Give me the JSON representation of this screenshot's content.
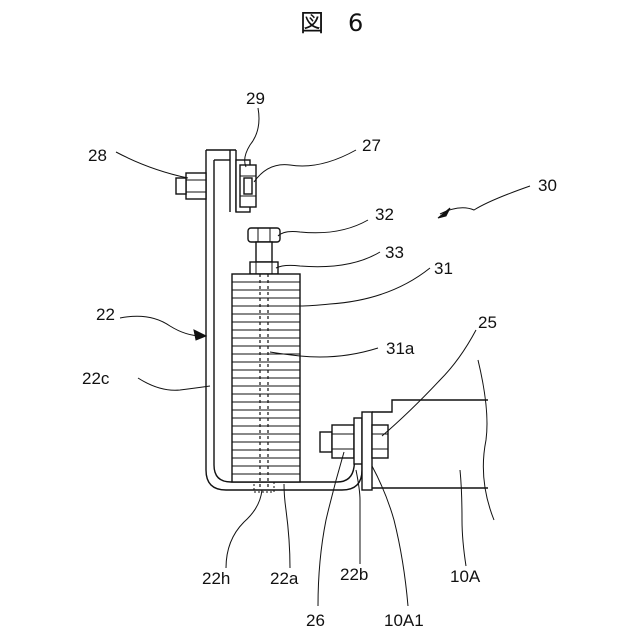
{
  "figure": {
    "title": "図　6"
  },
  "labels": {
    "l28": "28",
    "l29": "29",
    "l27": "27",
    "l30": "30",
    "l32": "32",
    "l33": "33",
    "l31": "31",
    "l22": "22",
    "l31a": "31a",
    "l25": "25",
    "l22c": "22c",
    "l22h": "22h",
    "l22a": "22a",
    "l22b": "22b",
    "l10A": "10A",
    "l26": "26",
    "l10A1": "10A1"
  }
}
